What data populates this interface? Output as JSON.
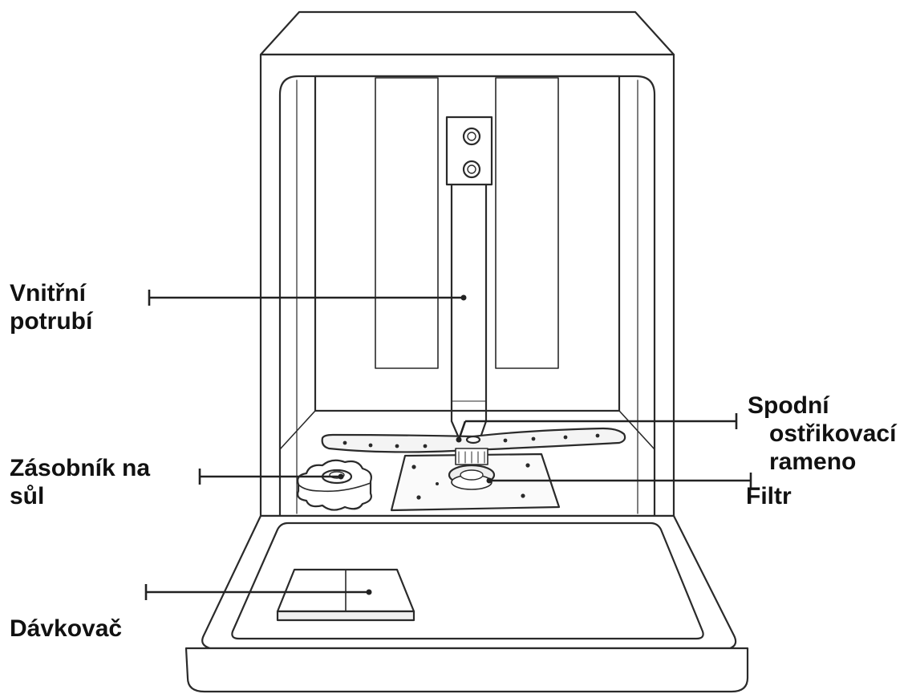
{
  "labels": {
    "inner_pipe": {
      "lines": [
        "Vnitřní",
        "potrubí"
      ]
    },
    "salt_container": {
      "lines": [
        "Zásobník na",
        "sůl"
      ]
    },
    "dispenser": {
      "lines": [
        "Dávkovač"
      ]
    },
    "lower_spray_arm": {
      "lines": [
        "Spodní",
        "ostřikovací",
        "rameno"
      ]
    },
    "filter": {
      "lines": [
        "Filtr"
      ]
    }
  },
  "colors": {
    "outline": "#2a2a2a",
    "leader": "#222222",
    "background": "#ffffff",
    "text": "#111111"
  }
}
